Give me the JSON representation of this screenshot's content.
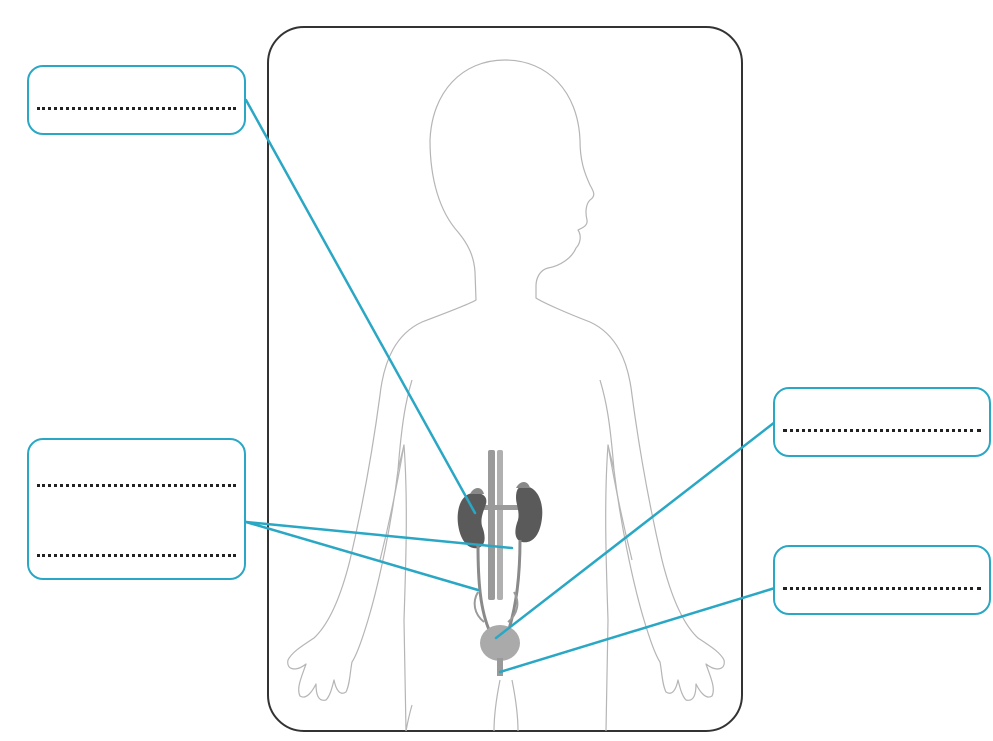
{
  "colors": {
    "leader_line": "#2aa7c4",
    "frame_border": "#333333",
    "body_outline": "#b5b5b5",
    "kidney": "#5a5a5a",
    "urinary_tract": "#9a9a9a",
    "bladder": "#aaaaaa"
  },
  "labels": [
    {
      "id": "top-left",
      "blanks": 1
    },
    {
      "id": "middle-left",
      "blanks": 2
    },
    {
      "id": "right-upper",
      "blanks": 1
    },
    {
      "id": "right-lower",
      "blanks": 1
    }
  ]
}
